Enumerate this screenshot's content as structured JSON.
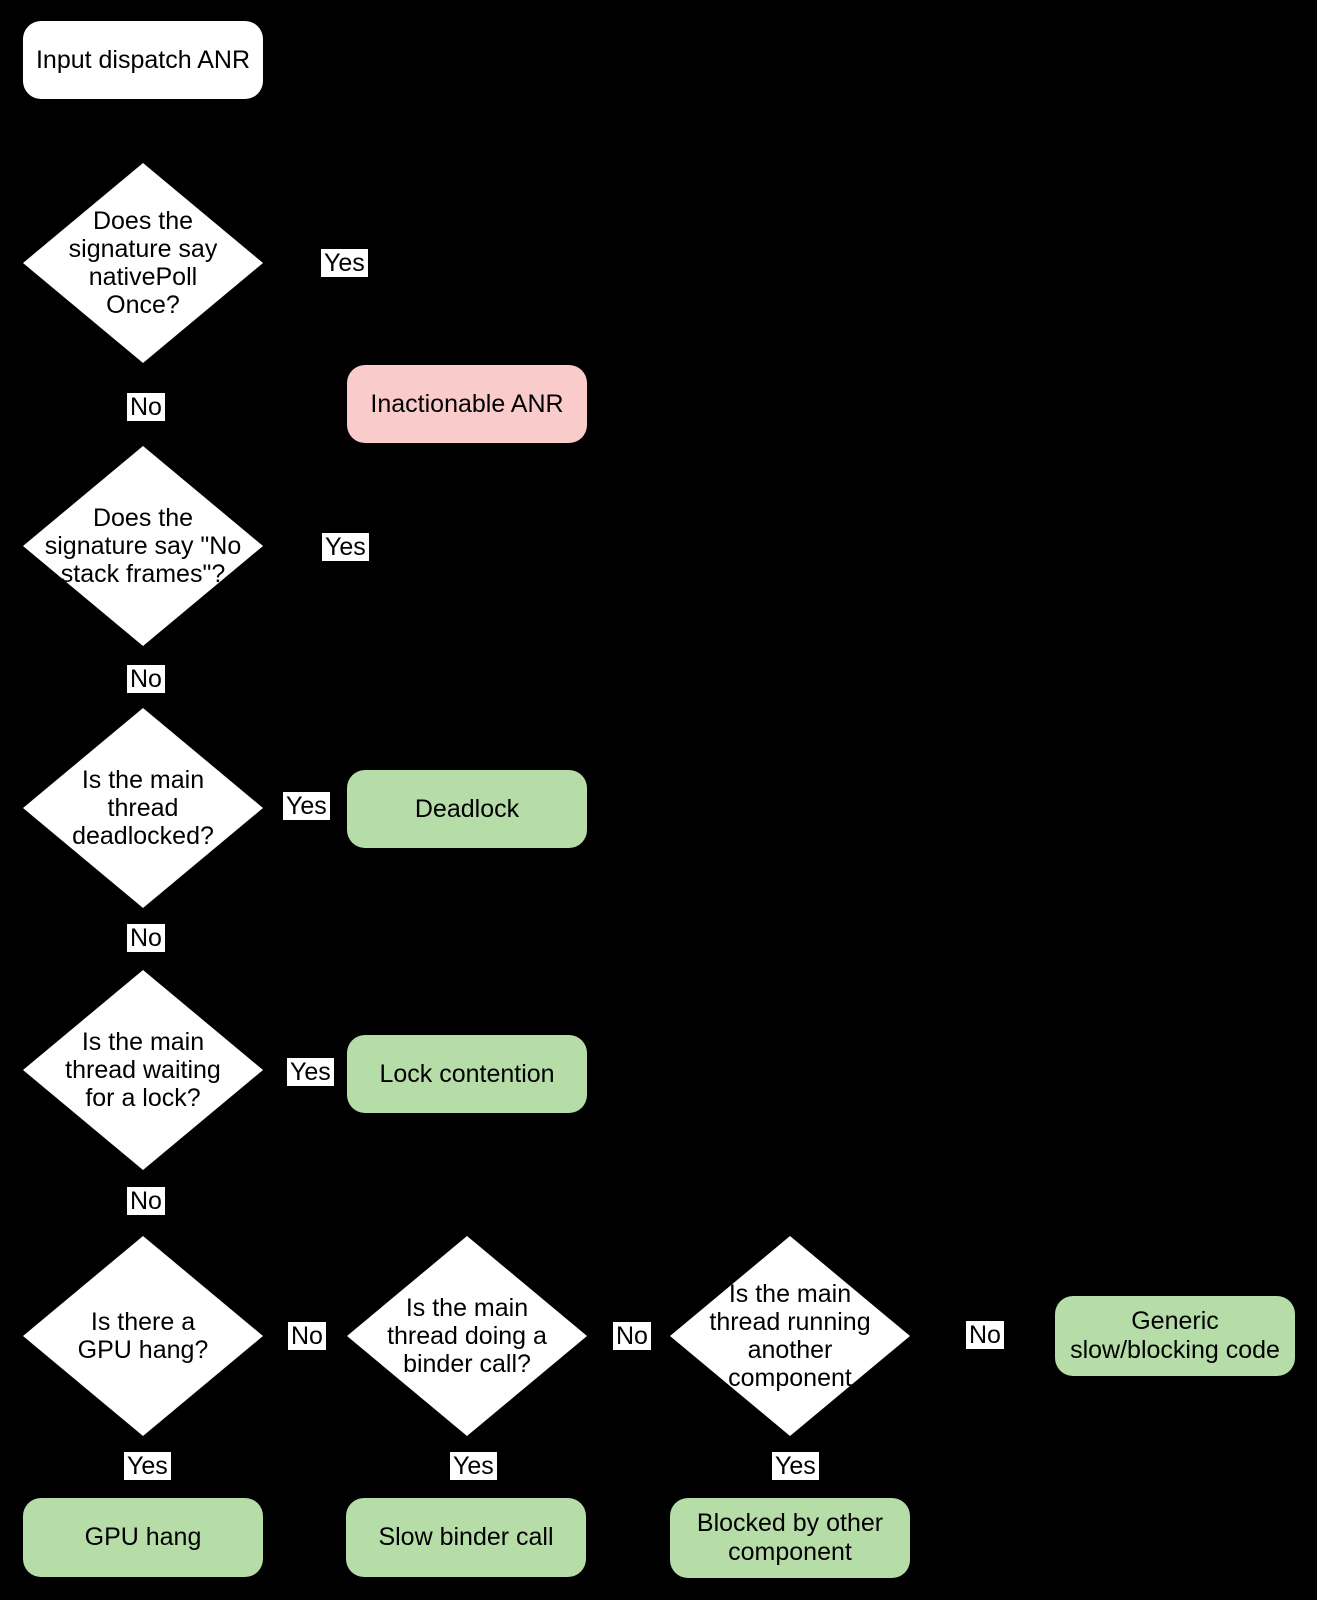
{
  "colors": {
    "background": "#000000",
    "node_fill": "#ffffff",
    "outcome_positive": "#b6dca8",
    "outcome_negative": "#f9cccb",
    "text": "#000000"
  },
  "flowchart": {
    "start": {
      "label": "Input dispatch ANR"
    },
    "decisions": {
      "native_poll": {
        "label": "Does the\nsignature say\nnativePoll\nOnce?"
      },
      "no_stack_frames": {
        "label": "Does the\nsignature say \"No\nstack frames\"?"
      },
      "deadlocked": {
        "label": "Is the main\nthread\ndeadlocked?"
      },
      "waiting_lock": {
        "label": "Is the main\nthread waiting\nfor a lock?"
      },
      "gpu_hang": {
        "label": "Is there a\nGPU hang?"
      },
      "binder_call": {
        "label": "Is the main\nthread doing a\nbinder call?"
      },
      "other_component": {
        "label": "Is the main\nthread running\nanother\ncomponent"
      }
    },
    "outcomes": {
      "inactionable": {
        "label": "Inactionable ANR"
      },
      "deadlock": {
        "label": "Deadlock"
      },
      "lock_contention": {
        "label": "Lock contention"
      },
      "generic_slow": {
        "label": "Generic\nslow/blocking code"
      },
      "gpu_hang": {
        "label": "GPU hang"
      },
      "slow_binder": {
        "label": "Slow binder call"
      },
      "blocked_other": {
        "label": "Blocked by other\ncomponent"
      }
    },
    "edge_labels": {
      "yes": "Yes",
      "no": "No"
    }
  }
}
